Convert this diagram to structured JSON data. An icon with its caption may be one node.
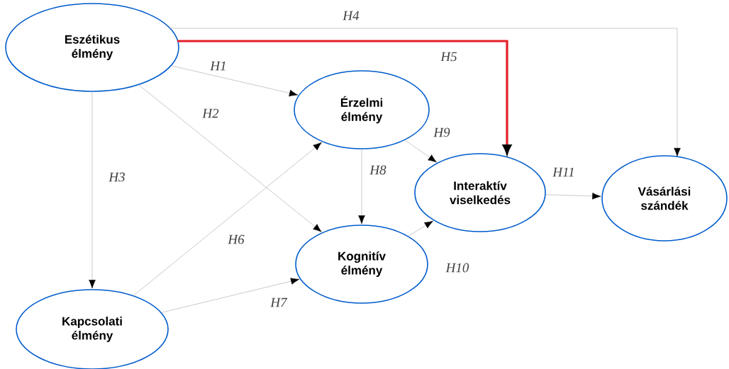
{
  "diagram": {
    "nodes": [
      {
        "text": [
          "Eszétikus élmény"
        ]
      },
      {
        "text": [
          "Érzelmi élmény"
        ]
      },
      {
        "text": [
          "Interaktív viselkedés"
        ]
      },
      {
        "text": [
          "Vásárlási szándék"
        ]
      },
      {
        "text": [
          "Kognitív élmény"
        ]
      },
      {
        "text": [
          "Kapcsolati élmény"
        ]
      }
    ],
    "edges": [
      {
        "from": 0,
        "to": 1,
        "arrow": "to",
        "label": "H1"
      },
      {
        "from": 0,
        "to": 4,
        "arrow": "to",
        "label": "H2"
      },
      {
        "from": 0,
        "to": 5,
        "arrow": "to",
        "label": "H3"
      },
      {
        "from": 0,
        "to": 3,
        "arrow": "to",
        "label": "H4"
      },
      {
        "from": 0,
        "to": 2,
        "arrow": "to",
        "label": "H5",
        "style": "thick",
        "color": "#e3202a"
      },
      {
        "from": 5,
        "to": 1,
        "arrow": "to",
        "label": "H6"
      },
      {
        "from": 5,
        "to": 4,
        "arrow": "to",
        "label": "H7"
      },
      {
        "from": 1,
        "to": 4,
        "arrow": "to",
        "label": "H8"
      },
      {
        "from": 1,
        "to": 2,
        "arrow": "to",
        "label": "H9"
      },
      {
        "from": 4,
        "to": 2,
        "arrow": "to",
        "label": "H10"
      },
      {
        "from": 2,
        "to": 3,
        "arrow": "to",
        "label": "H11"
      }
    ]
  }
}
